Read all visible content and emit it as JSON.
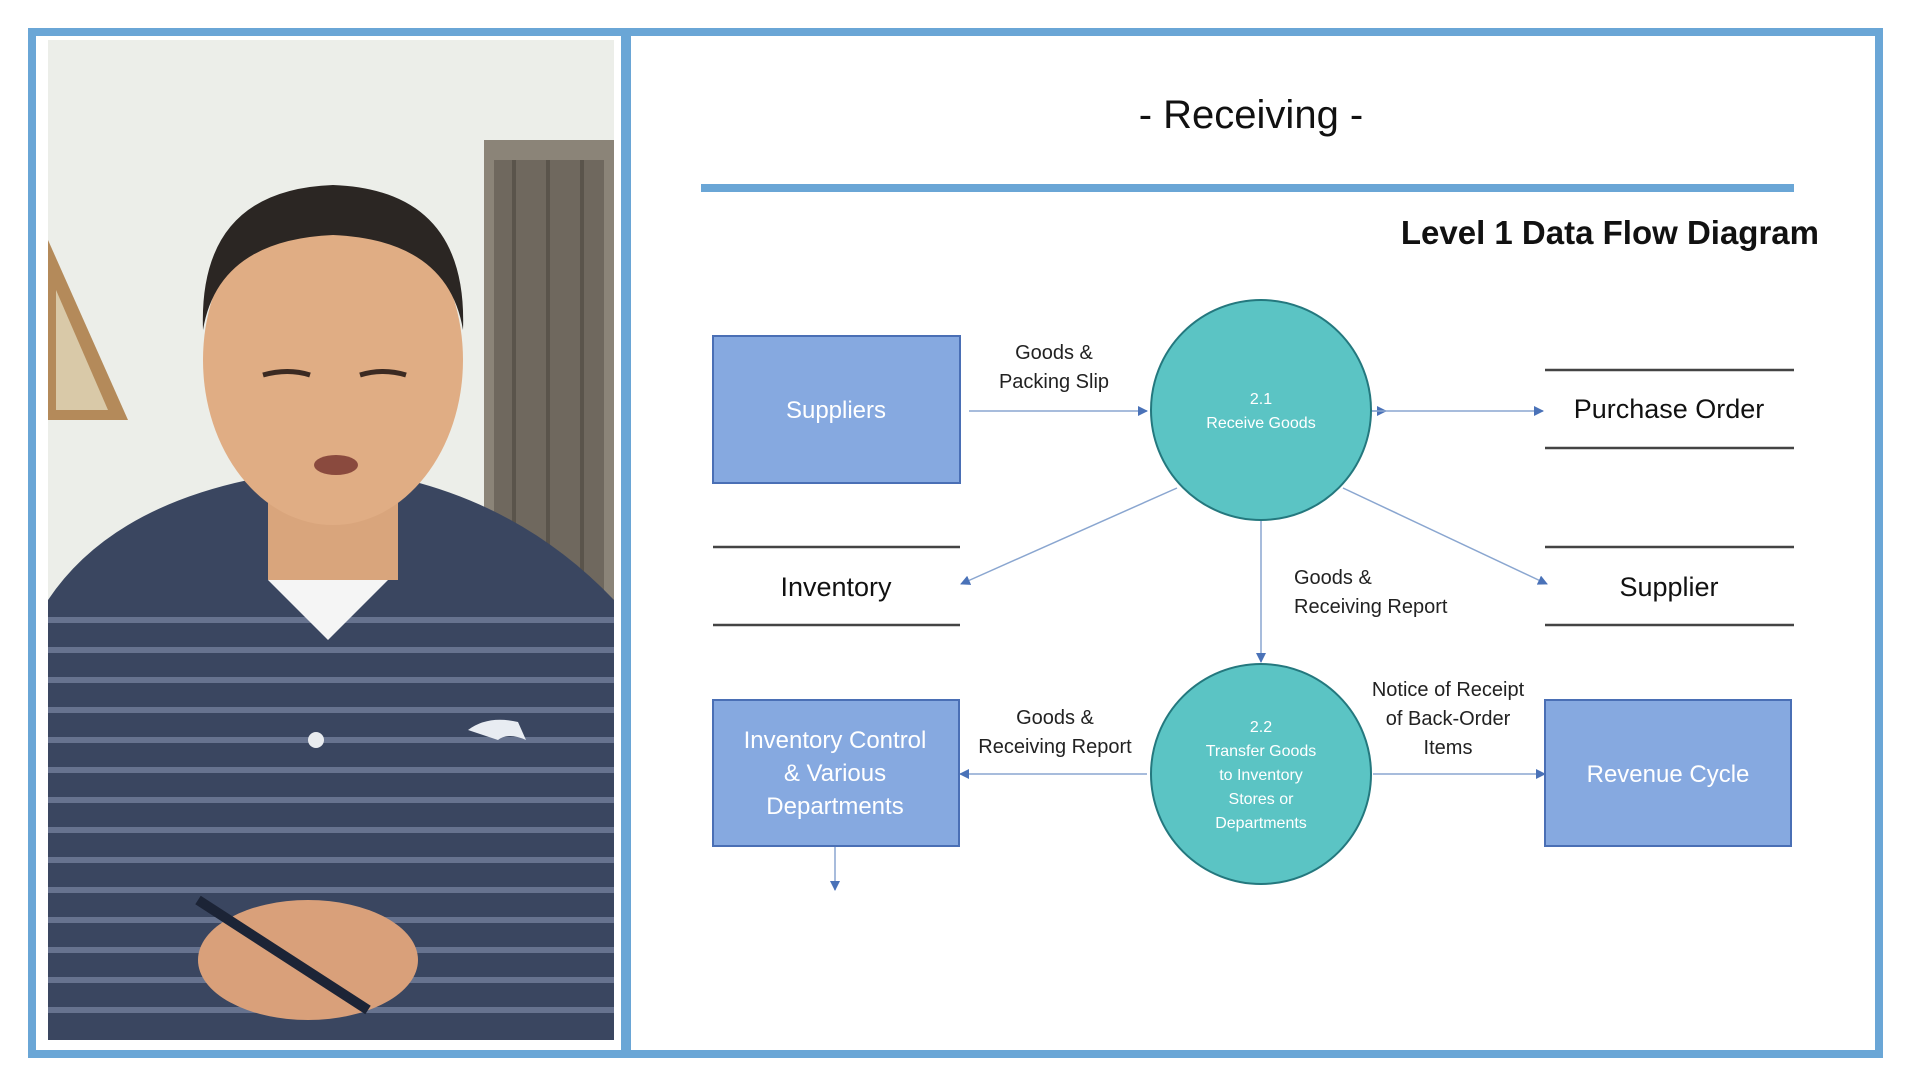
{
  "slide": {
    "title": "- Receiving -",
    "subtitle": "Level 1 Data Flow Diagram"
  },
  "entities": {
    "suppliers": "Suppliers",
    "inventory_control": [
      "Inventory Control",
      "& Various",
      "Departments"
    ],
    "revenue_cycle": "Revenue Cycle"
  },
  "processes": {
    "p21": {
      "number": "2.1",
      "name": "Receive Goods"
    },
    "p22": {
      "number": "2.2",
      "lines": [
        "Transfer Goods",
        "to Inventory",
        "Stores or",
        "Departments"
      ]
    }
  },
  "data_stores": {
    "purchase_order": "Purchase Order",
    "inventory": "Inventory",
    "supplier": "Supplier"
  },
  "flows": {
    "goods_packing_slip": [
      "Goods &",
      "Packing Slip"
    ],
    "goods_receiving_report_down": [
      "Goods &",
      "Receiving Report"
    ],
    "goods_receiving_report_left": [
      "Goods &",
      "Receiving Report"
    ],
    "notice_of_receipt": [
      "Notice of Receipt",
      "of Back-Order",
      "Items"
    ]
  },
  "colors": {
    "frame": "#6aa6d6",
    "entity_fill": "#86a9e0",
    "entity_border": "#4a6fb5",
    "process_fill": "#5bc4c4",
    "process_border": "#24787e",
    "arrow": "#4a72b8"
  },
  "icons": {
    "shirt_logo": "puma-logo"
  }
}
